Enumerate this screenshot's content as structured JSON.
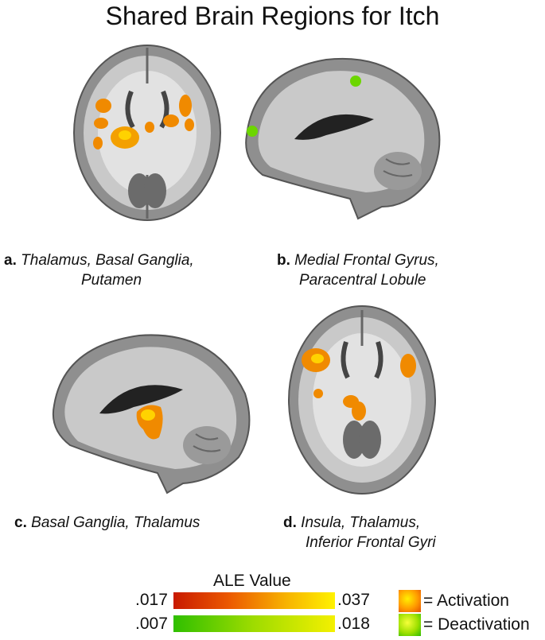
{
  "title": "Shared Brain Regions for Itch",
  "panels": [
    {
      "letter": "a.",
      "line1": "Thalamus, Basal Ganglia,",
      "line2": "Putamen"
    },
    {
      "letter": "b.",
      "line1": "Medial Frontal Gyrus,",
      "line2": "Paracentral Lobule"
    },
    {
      "letter": "c.",
      "line1": "Basal Ganglia, Thalamus",
      "line2": ""
    },
    {
      "letter": "d.",
      "line1": "Insula, Thalamus,",
      "line2": "Inferior Frontal Gyri"
    }
  ],
  "scale": {
    "label": "ALE Value",
    "activation": {
      "min": ".017",
      "max": ".037"
    },
    "deactivation": {
      "min": ".007",
      "max": ".018"
    }
  },
  "legend": {
    "activation": "= Activation",
    "deactivation": "= Deactivation"
  },
  "colors": {
    "activation": "#f08a00",
    "deactivation": "#6cd600",
    "brain_gray": "#8f8f8f"
  }
}
